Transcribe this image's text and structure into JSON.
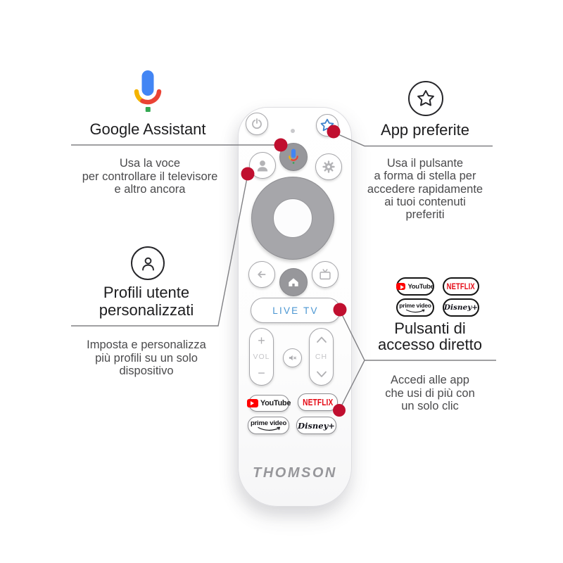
{
  "annotations": {
    "google_assistant": {
      "icon": "google-assistant-mic-icon",
      "title": "Google Assistant",
      "description_lines": [
        "Usa la voce",
        "per controllare il televisore",
        "e altro ancora"
      ]
    },
    "app_preferite": {
      "icon": "star-circle-icon",
      "title": "App preferite",
      "description_lines": [
        "Usa il pulsante",
        "a forma di stella per",
        "accedere rapidamente",
        "ai tuoi contenuti",
        "preferiti"
      ]
    },
    "profili_utente": {
      "icon": "user-circle-icon",
      "title_lines": [
        "Profili utente",
        "personalizzati"
      ],
      "description_lines": [
        "Imposta e personalizza",
        "più profili su un solo",
        "dispositivo"
      ]
    },
    "pulsanti_accesso": {
      "icon": "app-logo-badges",
      "title_lines": [
        "Pulsanti di",
        "accesso diretto"
      ],
      "description_lines": [
        "Accedi alle app",
        "che usi di più con",
        "un solo clic"
      ],
      "app_badges": [
        "YouTube",
        "NETFLIX",
        "prime video",
        "Disney+"
      ]
    }
  },
  "remote": {
    "brand": "THOMSON",
    "buttons": {
      "power": "power-icon",
      "favorite_star": "star-icon",
      "google_assistant_mic": "google-mic-icon",
      "user_profile": "user-icon",
      "settings": "gear-icon",
      "back": "back-arrow-icon",
      "home": "home-icon",
      "live_tv_channels": "tv-icon",
      "live_tv": "LIVE TV",
      "volume_up": "+",
      "volume_label": "VOL",
      "volume_down": "−",
      "mute": "speaker-mute-icon",
      "channel_up": "chevron-up-icon",
      "channel_label": "CH",
      "channel_down": "chevron-down-icon",
      "youtube": "YouTube",
      "netflix": "NETFLIX",
      "prime_video": "prime video",
      "disney_plus": "Disney+"
    }
  },
  "colors": {
    "background": "#ffffff",
    "marker_red": "#c00f2f",
    "connector_gray": "#808084",
    "netflix_red": "#e50914",
    "youtube_red": "#ff0000",
    "live_tv_blue": "#4a96d2",
    "star_blue": "#3f82cc",
    "google_blue": "#4285F4",
    "google_yellow": "#F4B400",
    "google_red": "#EA4335",
    "google_green": "#34A853",
    "remote_button_gray": "#97979b",
    "dpad_gray": "#a6a6aa",
    "brand_gray": "#97979b"
  }
}
